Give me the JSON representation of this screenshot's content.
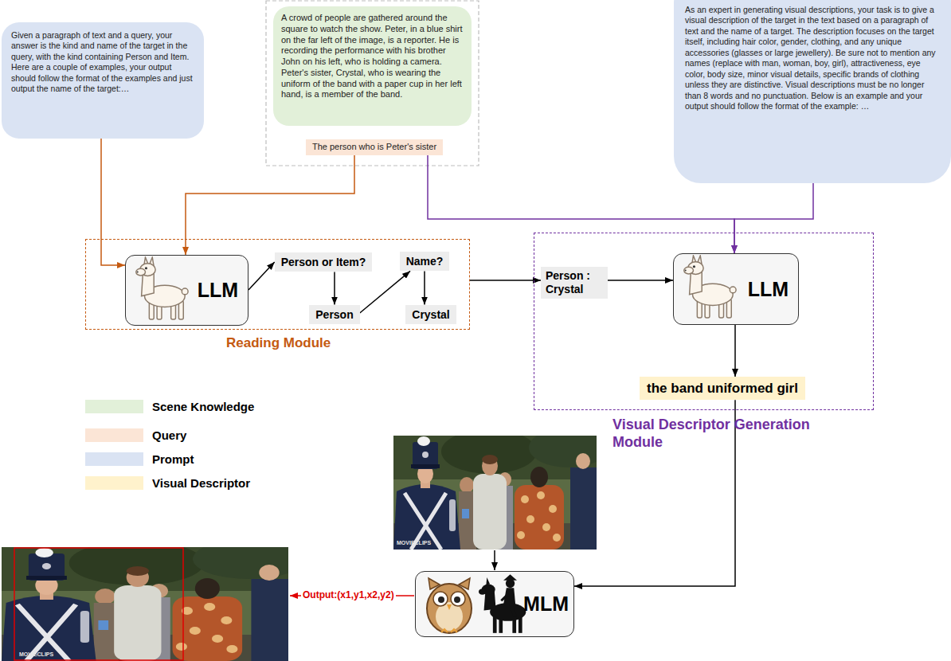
{
  "diagram": {
    "nodes": [
      {
        "text": [
          "Given a paragraph of text and a query, your answer is the kind and name of the target in the query, with the kind containing Person and Item. Here are a couple of examples, your output should follow the format of the examples and just output the name of the target:…"
        ]
      },
      {
        "text": [
          "A crowd of people are gathered around the square to watch the show. Peter, in a blue shirt on the far left of the image, is a reporter. He is recording the performance with his brother John on his left, who is holding a camera. Peter's sister, Crystal, who is wearing the uniform of the band with a paper cup in her left hand, is a member of the band."
        ]
      },
      {
        "text": [
          "The person who is Peter's sister"
        ]
      },
      {
        "text": [
          "As an expert in generating visual descriptions, your task is to give a visual description of the target in the text based on a paragraph of text and the name of a target. The description focuses on the target itself, including hair color, gender, clothing, and any unique accessories (glasses or large jewellery). Be sure not to mention any names (replace with man, woman, boy, girl), attractiveness, eye color, body size, minor visual details, specific brands of clothing unless they are distinctive. Visual descriptions must be no longer than 8 words and no punctuation. Below is an example and your output should follow the format of the example: …"
        ]
      },
      {
        "text": [
          "Reading Module"
        ]
      },
      {
        "text": [
          "LLM"
        ],
        "in": 4
      },
      {
        "text": [
          "Person or Item?"
        ],
        "in": 4
      },
      {
        "text": [
          "Person"
        ],
        "in": 4
      },
      {
        "text": [
          "Name?"
        ],
        "in": 4
      },
      {
        "text": [
          "Crystal"
        ],
        "in": 4
      },
      {
        "text": [
          "Visual Descriptor Generation Module"
        ]
      },
      {
        "text": [
          "Person : Crystal"
        ],
        "in": 10
      },
      {
        "text": [
          "LLM"
        ],
        "in": 10
      },
      {
        "text": [
          "the band uniformed girl"
        ],
        "in": 10
      },
      {
        "text": [
          "MLM"
        ]
      }
    ],
    "edges": [
      {
        "from": 0,
        "to": 5,
        "arrow": "to"
      },
      {
        "from": 2,
        "to": 5,
        "arrow": "to"
      },
      {
        "from": 2,
        "to": 12,
        "arrow": "to"
      },
      {
        "from": 3,
        "to": 12,
        "arrow": "to"
      },
      {
        "from": 5,
        "to": 6,
        "arrow": "to"
      },
      {
        "from": 6,
        "to": 7,
        "arrow": "to"
      },
      {
        "from": 7,
        "to": 8,
        "arrow": "to"
      },
      {
        "from": 8,
        "to": 9,
        "arrow": "to"
      },
      {
        "from": 4,
        "to": 11,
        "arrow": "to"
      },
      {
        "from": 11,
        "to": 12,
        "arrow": "to"
      },
      {
        "from": 12,
        "to": 13,
        "arrow": "to"
      },
      {
        "from": 13,
        "to": 14,
        "arrow": "to"
      }
    ],
    "labels": [
      "Output:(x1,y1,x2,y2)",
      "MOVIECLIPS",
      "MOVIECLIPS"
    ],
    "legend": [
      {
        "text": "Scene Knowledge",
        "color": "#e2f0d9"
      },
      {
        "text": "Query",
        "color": "#fbe5d6"
      },
      {
        "text": "Prompt",
        "color": "#dae3f3"
      },
      {
        "text": "Visual Descriptor",
        "color": "#fff2cc"
      }
    ]
  }
}
